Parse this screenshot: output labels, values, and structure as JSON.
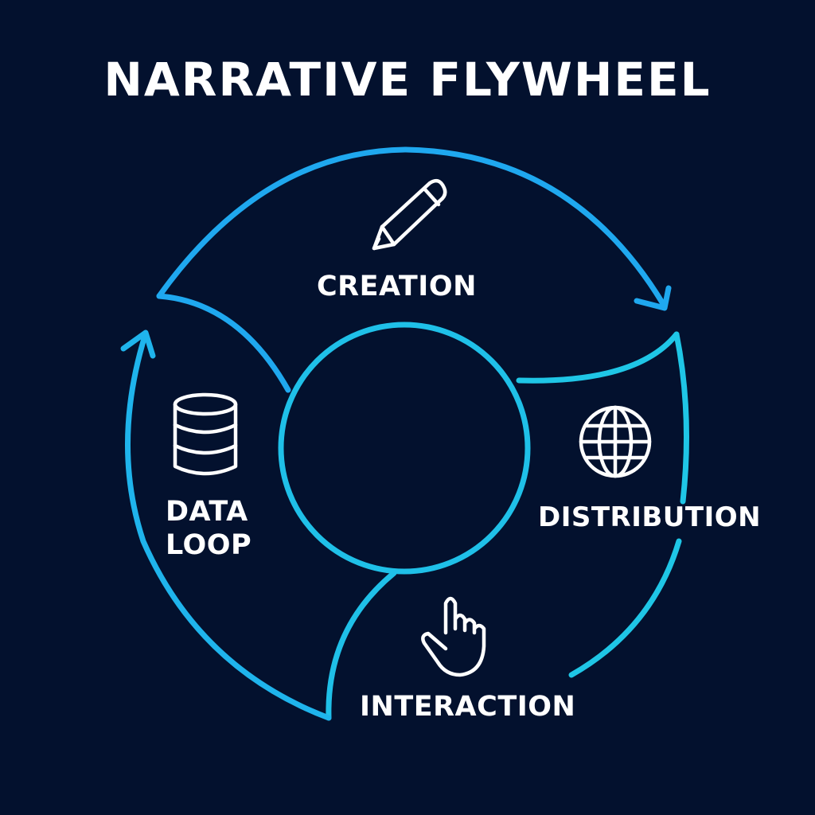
{
  "title": "NARRATIVE FLYWHEEL",
  "stages": [
    {
      "label": "CREATION",
      "icon": "pencil-icon"
    },
    {
      "label": "DISTRIBUTION",
      "icon": "globe-icon"
    },
    {
      "label": "INTERACTION",
      "icon": "pointing-hand-icon"
    },
    {
      "label_line1": "DATA",
      "label_line2": "LOOP",
      "icon": "database-icon"
    }
  ],
  "colors": {
    "background": "#03112e",
    "arc_blue": "#1fa8ef",
    "arc_cyan": "#1fc6e6",
    "text": "#ffffff"
  }
}
